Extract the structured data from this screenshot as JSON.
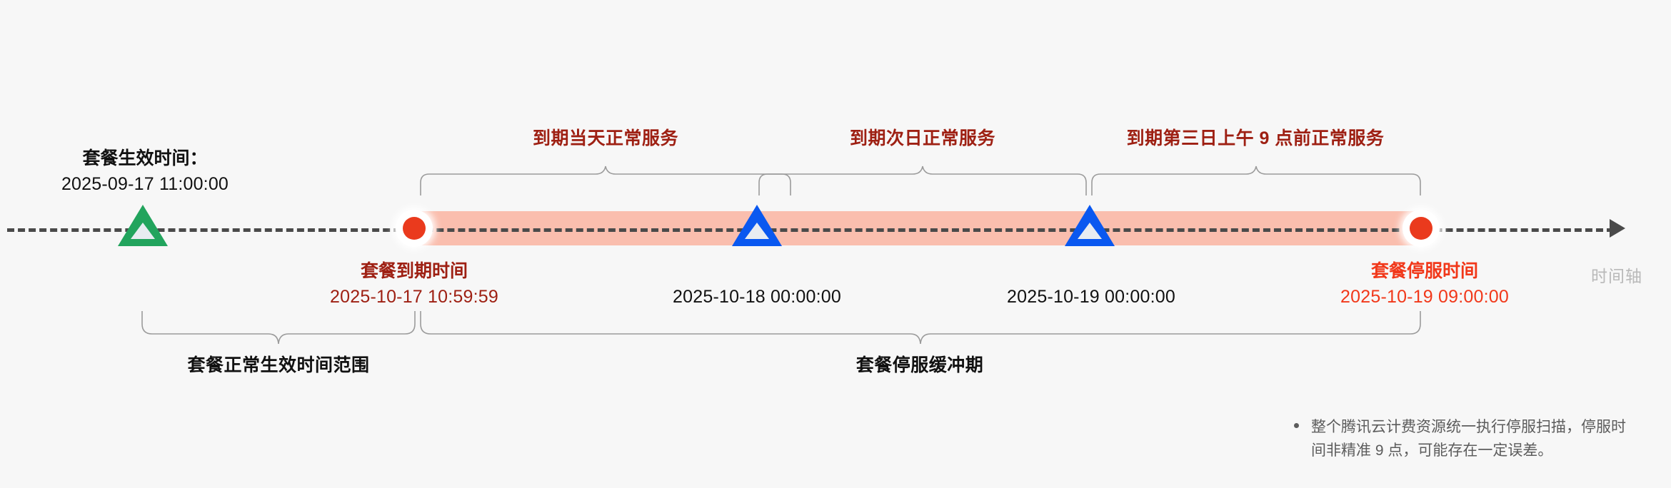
{
  "axis": {
    "caption": "时间轴",
    "arrow_icon": "arrow-right-icon"
  },
  "markers": [
    {
      "id": "effective",
      "icon": "triangle-up-green-icon",
      "shape": "triangle",
      "color": "#22a45d",
      "title": "套餐生效时间：",
      "value": "2025-09-17 11:00:00"
    },
    {
      "id": "expiry",
      "icon": "circle-dot-red-icon",
      "shape": "dot",
      "color": "#ea3a1d",
      "title": "套餐到期时间",
      "value": "2025-10-17 10:59:59"
    },
    {
      "id": "day-next",
      "icon": "triangle-up-blue-icon",
      "shape": "triangle",
      "color": "#0a58f0",
      "title": "",
      "value": "2025-10-18 00:00:00"
    },
    {
      "id": "day-third",
      "icon": "triangle-up-blue-icon",
      "shape": "triangle",
      "color": "#0a58f0",
      "title": "",
      "value": "2025-10-19 00:00:00"
    },
    {
      "id": "stop-service",
      "icon": "circle-dot-red-icon",
      "shape": "dot",
      "color": "#ea3a1d",
      "title": "套餐停服时间",
      "value": "2025-10-19 09:00:00"
    }
  ],
  "top_brackets": [
    {
      "id": "same-day",
      "label": "到期当天正常服务"
    },
    {
      "id": "next-day",
      "label": "到期次日正常服务"
    },
    {
      "id": "third-day",
      "label": "到期第三日上午 9 点前正常服务"
    }
  ],
  "bottom_brackets": [
    {
      "id": "normal-range",
      "label": "套餐正常生效时间范围"
    },
    {
      "id": "buffer-period",
      "label": "套餐停服缓冲期"
    }
  ],
  "footnote": {
    "bullet": "•",
    "text": "整个腾讯云计费资源统一执行停服扫描，停服时间非精准 9 点，可能存在一定误差。"
  },
  "colors": {
    "background": "#f7f7f7",
    "axis": "#4a4a4a",
    "buffer_band": "#fabeae",
    "red_dark": "#9e2013",
    "red_bright": "#f1381a",
    "green": "#22a45d",
    "blue": "#0a58f0",
    "brace": "#9b9b9b",
    "axis_caption": "#b9b9b9",
    "footnote": "#5c5c5c"
  }
}
